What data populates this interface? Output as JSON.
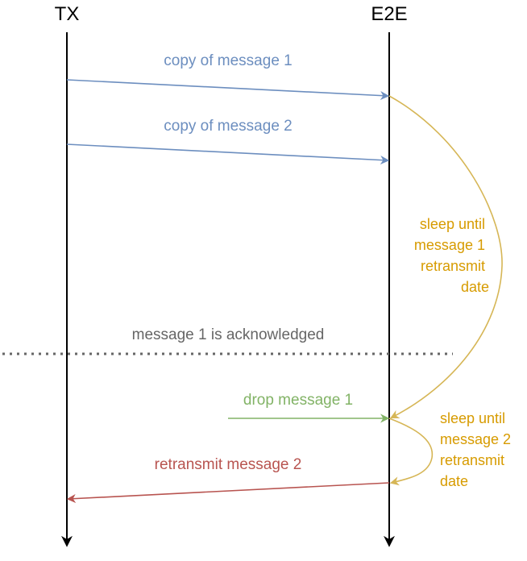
{
  "lanes": {
    "tx": {
      "label": "TX"
    },
    "e2e": {
      "label": "E2E"
    }
  },
  "messages": {
    "copy1": {
      "label": "copy of message 1",
      "color": "#6c8ebf"
    },
    "copy2": {
      "label": "copy of message 2",
      "color": "#6c8ebf"
    },
    "drop1": {
      "label": "drop message 1",
      "color": "#82b366"
    },
    "retransmit2": {
      "label": "retransmit message 2",
      "color": "#b85450"
    }
  },
  "separator": {
    "label": "message 1 is acknowledged",
    "color": "#666666"
  },
  "notes": {
    "sleep1": {
      "lines": [
        "sleep until",
        "message 1",
        "retransmit",
        "date"
      ],
      "color": "#d79b00",
      "curve_color": "#d6b656"
    },
    "sleep2": {
      "lines": [
        "sleep until",
        "message 2",
        "retransmit",
        "date"
      ],
      "color": "#d79b00",
      "curve_color": "#d6b656"
    }
  }
}
